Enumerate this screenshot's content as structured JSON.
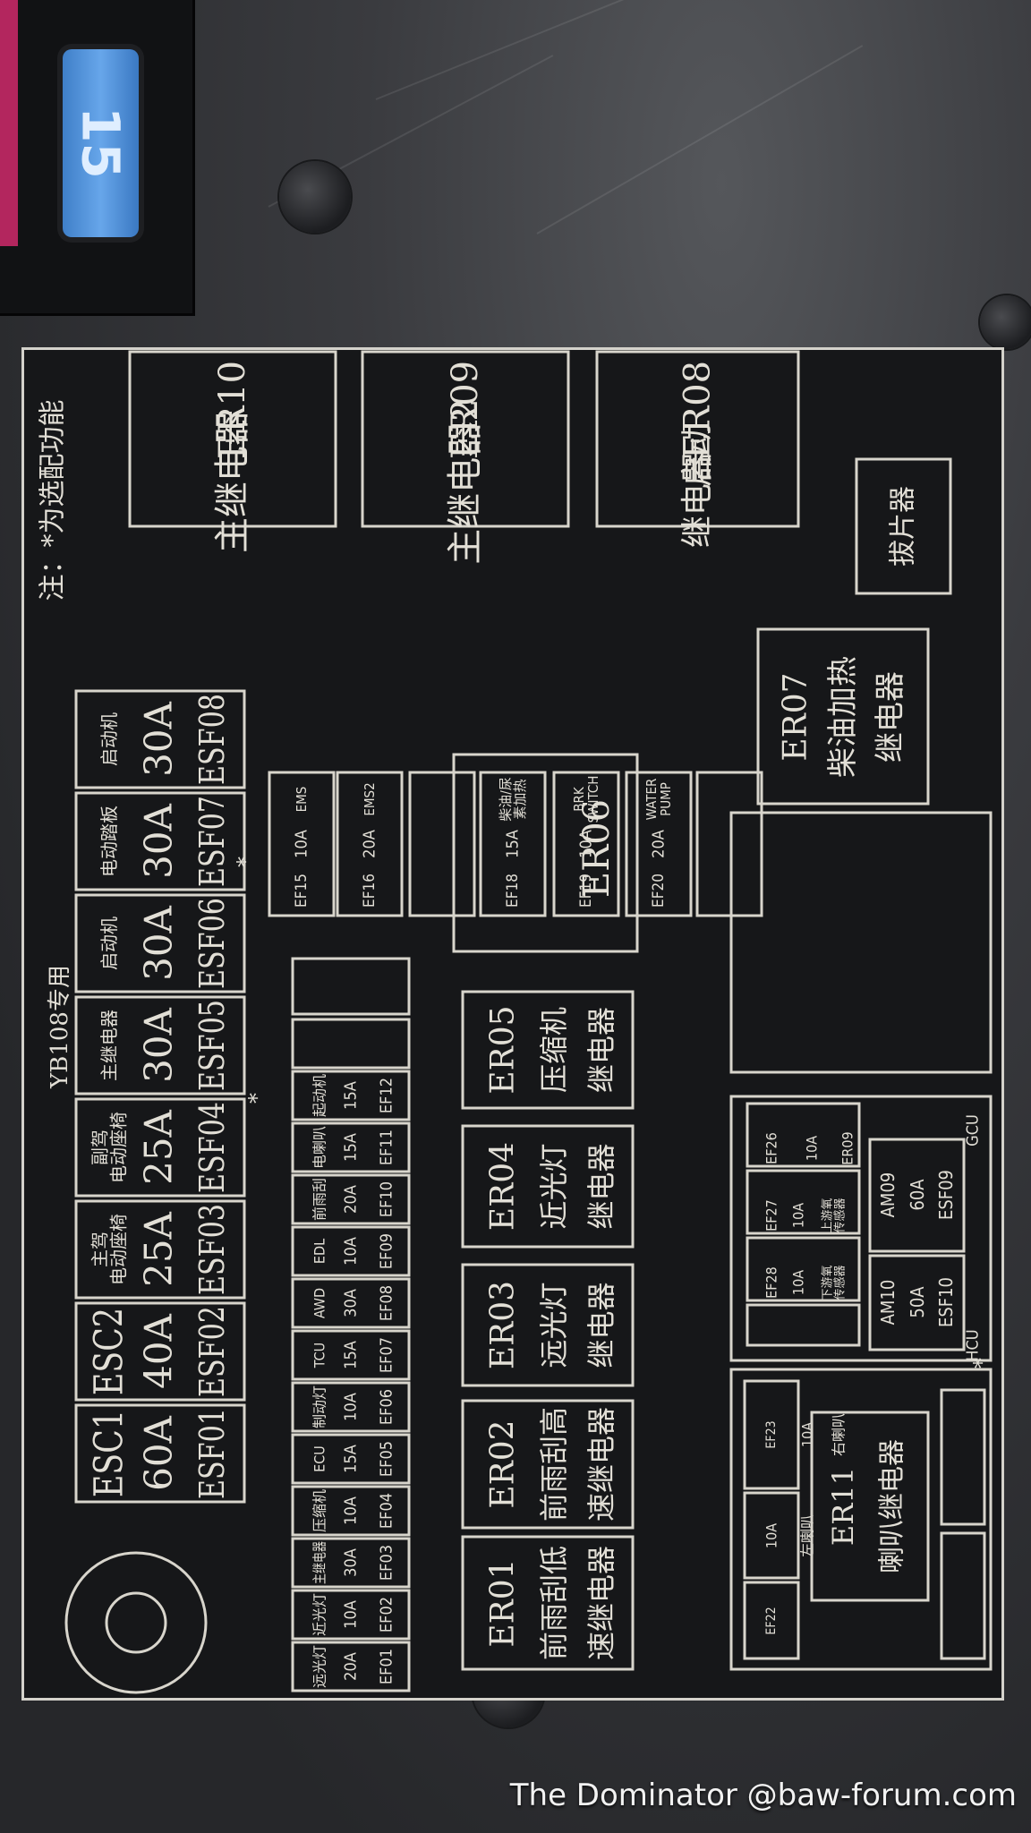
{
  "label": {
    "note": "注：*为选配功能",
    "model": "YB108专用",
    "puller": "拔片器",
    "star": "*"
  },
  "large_fuses": [
    {
      "code": "ESF01",
      "amp": "60A",
      "name": "ESC1"
    },
    {
      "code": "ESF02",
      "amp": "40A",
      "name": "ESC2"
    },
    {
      "code": "ESF03",
      "amp": "25A",
      "name": "主驾\n电动座椅"
    },
    {
      "code": "ESF04",
      "amp": "25A",
      "name": "副驾\n电动座椅"
    },
    {
      "code": "ESF05",
      "amp": "30A",
      "name": "主继电器"
    },
    {
      "code": "ESF06",
      "amp": "30A",
      "name": "启动机"
    },
    {
      "code": "ESF07",
      "amp": "30A",
      "name": "电动踏板"
    },
    {
      "code": "ESF08",
      "amp": "30A",
      "name": "启动机"
    }
  ],
  "small_fuses": [
    {
      "code": "EF01",
      "amp": "20A",
      "name": "远光灯"
    },
    {
      "code": "EF02",
      "amp": "10A",
      "name": "近光灯"
    },
    {
      "code": "EF03",
      "amp": "30A",
      "name": "主继电器"
    },
    {
      "code": "EF04",
      "amp": "10A",
      "name": "压缩机"
    },
    {
      "code": "EF05",
      "amp": "15A",
      "name": "ECU"
    },
    {
      "code": "EF06",
      "amp": "10A",
      "name": "制动灯"
    },
    {
      "code": "EF07",
      "amp": "15A",
      "name": "TCU"
    },
    {
      "code": "EF08",
      "amp": "30A",
      "name": "AWD"
    },
    {
      "code": "EF09",
      "amp": "10A",
      "name": "EDL"
    },
    {
      "code": "EF10",
      "amp": "20A",
      "name": "前雨刮"
    },
    {
      "code": "EF11",
      "amp": "15A",
      "name": "电喇叭"
    },
    {
      "code": "EF12",
      "amp": "15A",
      "name": "起动机"
    }
  ],
  "upper_fuses": [
    {
      "code": "EF15",
      "amp": "10A",
      "name": "EMS"
    },
    {
      "code": "EF16",
      "amp": "20A",
      "name": "EMS2"
    },
    {
      "code": "EF18",
      "amp": "15A",
      "name": "柴油/尿\n素加热"
    },
    {
      "code": "EF19",
      "amp": "10A",
      "name": "BRK\nSWITCH"
    },
    {
      "code": "EF20",
      "amp": "20A",
      "name": "WATER\nPUMP"
    }
  ],
  "relays": {
    "ER01": {
      "code": "ER01",
      "line1": "前雨刮低",
      "line2": "速继电器"
    },
    "ER02": {
      "code": "ER02",
      "line1": "前雨刮高",
      "line2": "速继电器"
    },
    "ER03": {
      "code": "ER03",
      "line1": "远光灯",
      "line2": "继电器"
    },
    "ER04": {
      "code": "ER04",
      "line1": "近光灯",
      "line2": "继电器"
    },
    "ER05": {
      "code": "ER05",
      "line1": "压缩机",
      "line2": "继电器"
    },
    "ER06": {
      "code": "ER06"
    },
    "ER07": {
      "code": "ER07",
      "line1": "柴油加热",
      "line2": "继电器"
    },
    "ER08": {
      "code": "ER08",
      "line1": "启动",
      "line2": "继电器"
    },
    "ER09": {
      "code": "ER09",
      "line1": "主继电器2"
    },
    "ER10": {
      "code": "ER10",
      "line1": "主继电器"
    },
    "ER11": {
      "code": "ER11",
      "line1": "喇叭继电器"
    }
  },
  "hcu_group": {
    "hcu": "HCU",
    "gcu": "GCU",
    "ef26": {
      "code": "EF26",
      "amp": "10A",
      "name": "ER09"
    },
    "ef27": {
      "code": "EF27",
      "amp": "10A",
      "name": "上游氧\n传感器"
    },
    "ef28": {
      "code": "EF28",
      "amp": "10A",
      "name": "下游氧\n传感器"
    },
    "am09": {
      "code": "AM09",
      "amp": "60A",
      "name": "ESF09"
    },
    "am10": {
      "code": "AM10",
      "amp": "50A",
      "name": "ESF10"
    }
  },
  "horn_group": {
    "ef22": {
      "code": "EF22",
      "amp": "10A",
      "name": "左喇叭"
    },
    "ef23": {
      "code": "EF23",
      "amp": "10A",
      "name": "右喇叭"
    }
  },
  "photo": {
    "mini_fuse_value": "15",
    "watermark": "The Dominator @baw-forum.com"
  }
}
